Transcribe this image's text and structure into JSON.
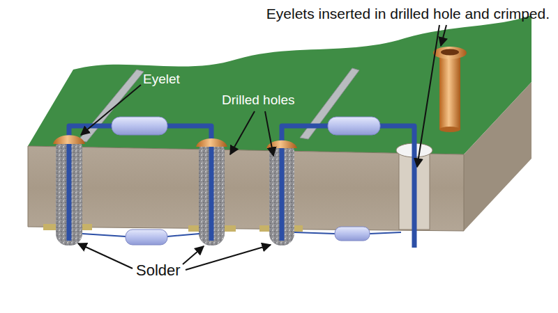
{
  "diagram": {
    "labels": [
      "Eyelets inserted in drilled hole and crimped.",
      "Eyelet",
      "Drilled holes",
      "Solder"
    ]
  }
}
